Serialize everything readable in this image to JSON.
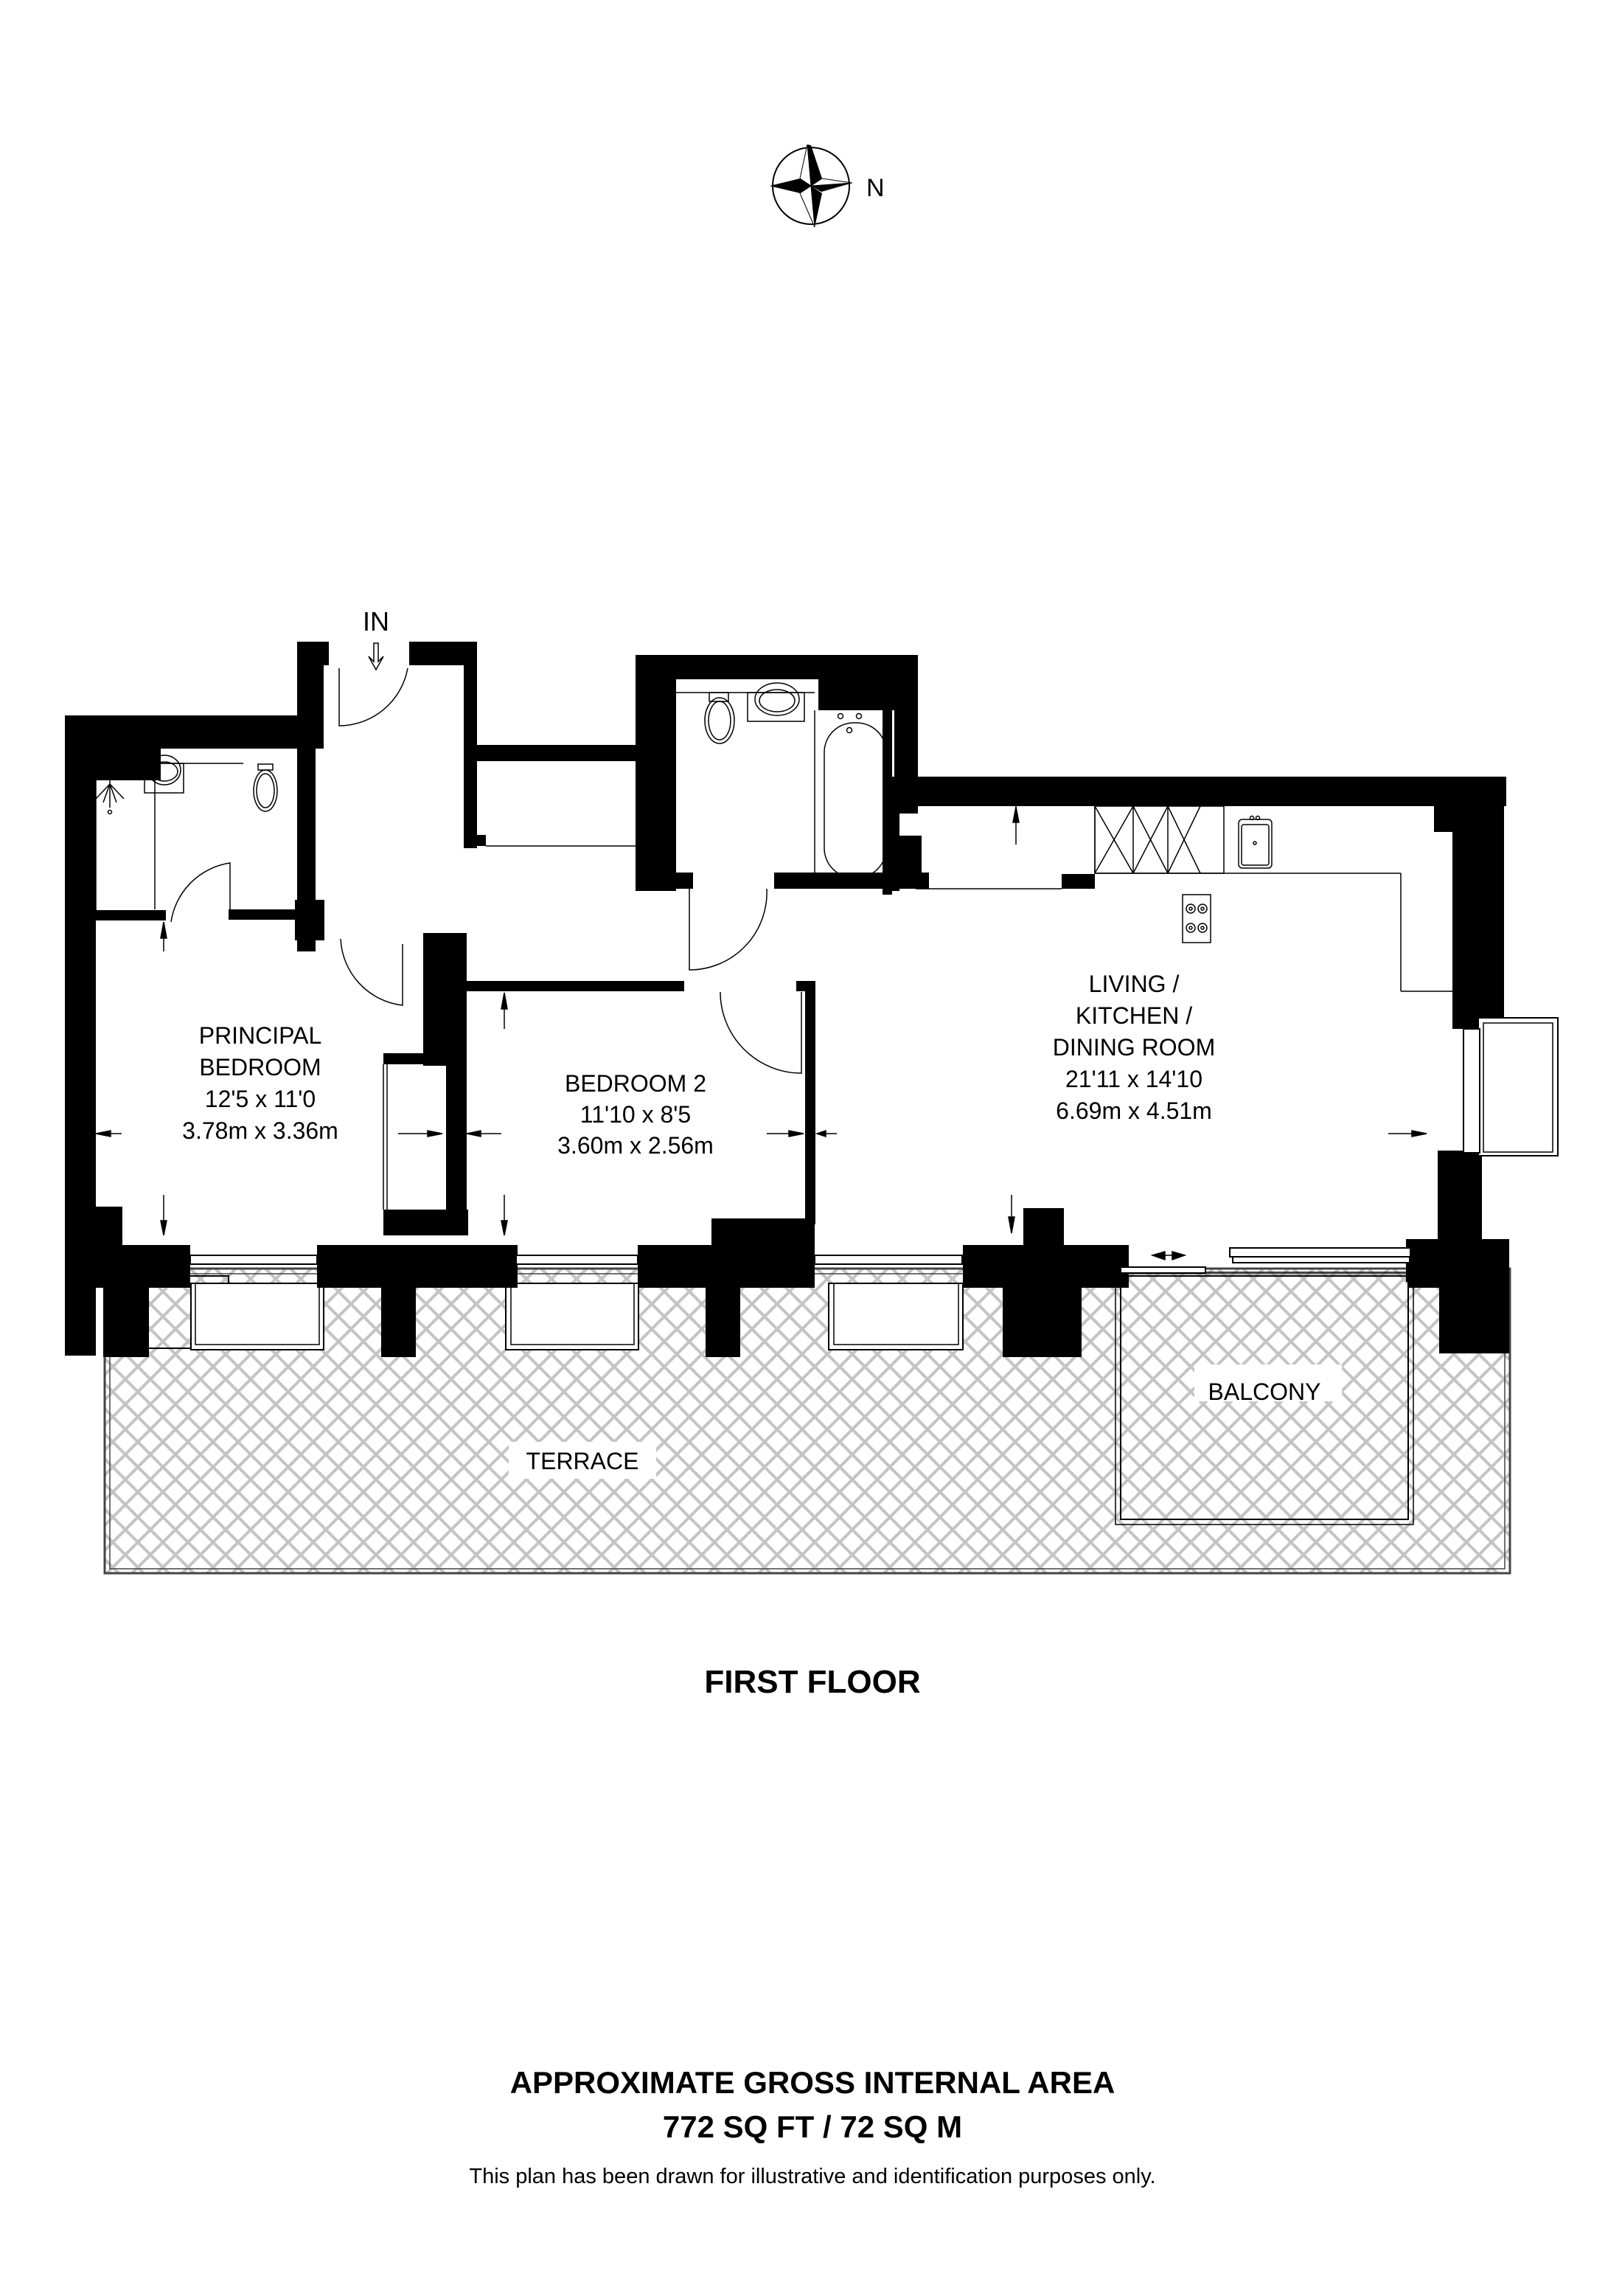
{
  "compass": {
    "label": "N",
    "icon": "compass-rose-icon"
  },
  "entrance": {
    "label": "IN",
    "icon": "entry-arrow-icon"
  },
  "rooms": [
    {
      "id": "principal-bedroom",
      "name_lines": [
        "PRINCIPAL",
        "BEDROOM"
      ],
      "imperial": "12'5 x 11'0",
      "metric": "3.78m x 3.36m"
    },
    {
      "id": "bedroom-2",
      "name_lines": [
        "BEDROOM 2"
      ],
      "imperial": "11'10 x 8'5",
      "metric": "3.60m x 2.56m"
    },
    {
      "id": "living-kitchen-dining",
      "name_lines": [
        "LIVING /",
        "KITCHEN /",
        "DINING ROOM"
      ],
      "imperial": "21'11 x 14'10",
      "metric": "6.69m x 4.51m"
    }
  ],
  "outdoor": {
    "terrace": "TERRACE",
    "balcony": "BALCONY"
  },
  "floor_title": "FIRST FLOOR",
  "area": {
    "heading": "APPROXIMATE GROSS INTERNAL AREA",
    "value": "772 SQ FT / 72 SQ M"
  },
  "disclaimer": "This plan has been drawn for illustrative and identification purposes only.",
  "colors": {
    "wall": "#000000",
    "hatch": "#c4c4c4",
    "background": "#ffffff"
  }
}
